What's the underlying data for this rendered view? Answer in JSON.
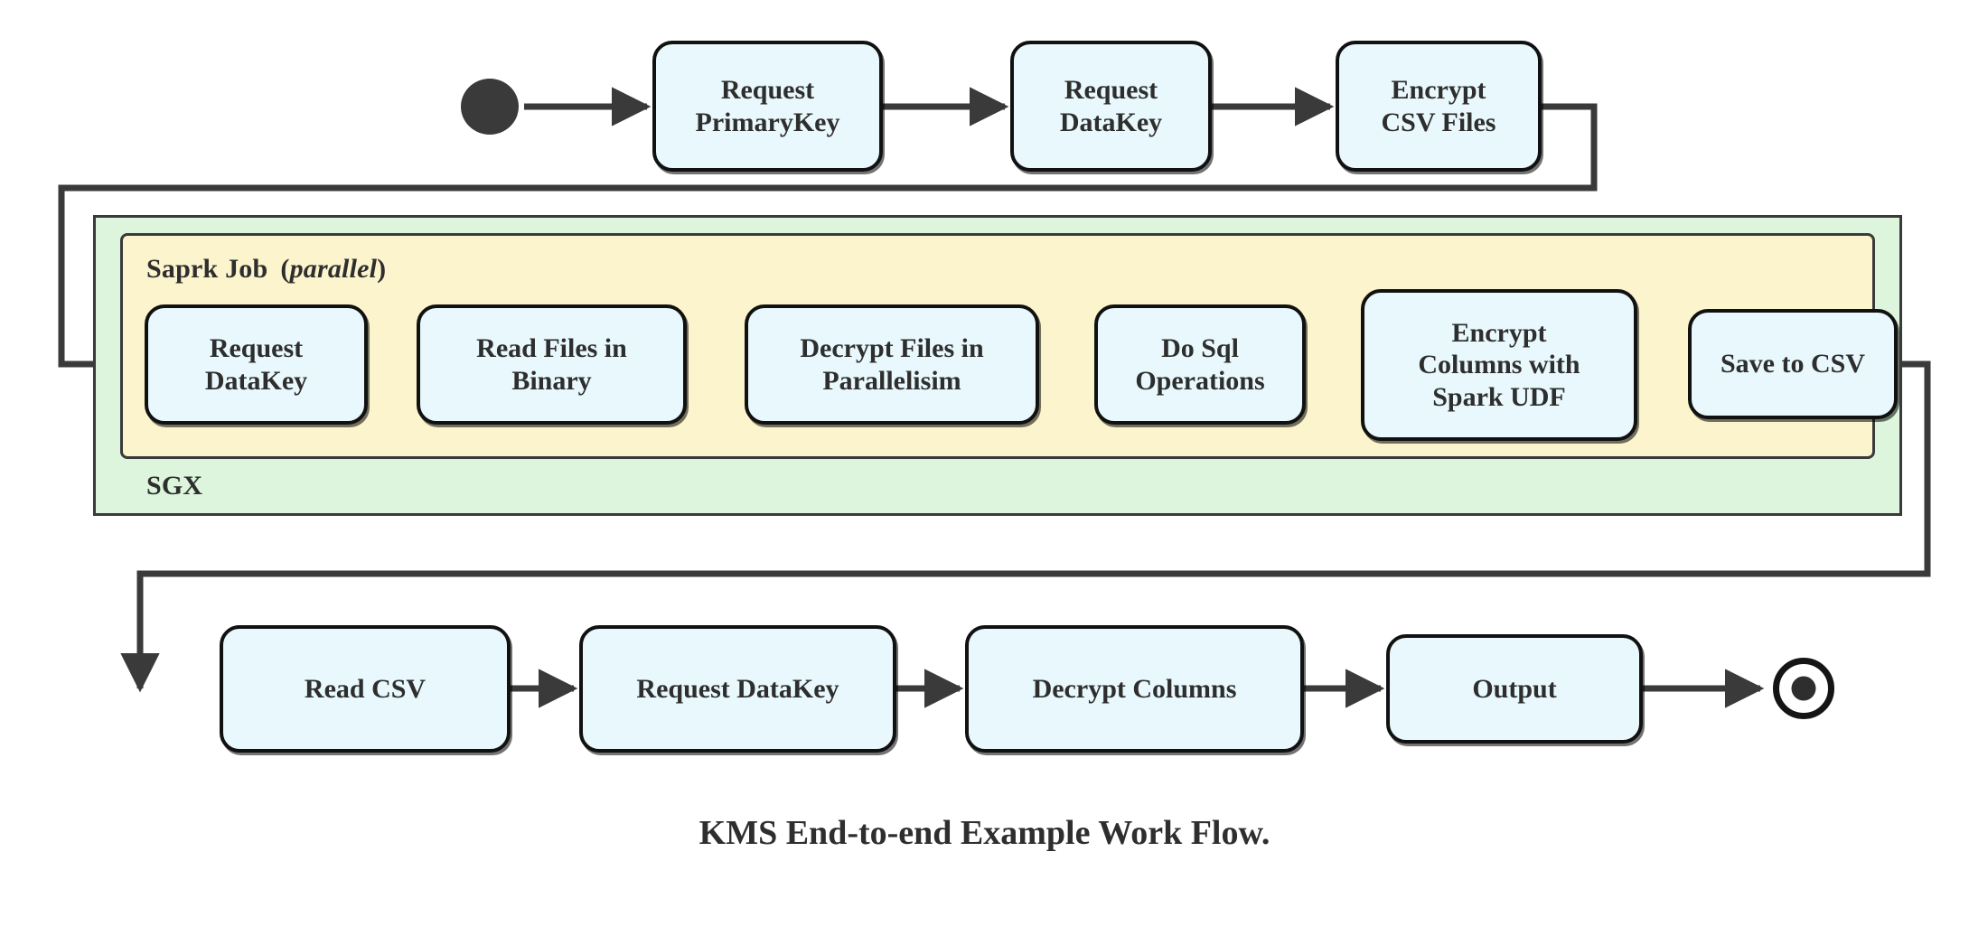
{
  "diagram": {
    "caption": "KMS End-to-end Example Work Flow.",
    "colors": {
      "node_fill": "#e8f8fc",
      "node_stroke": "#111111",
      "sgx_fill": "#dcf5dc",
      "spark_fill": "#fcf4cc",
      "container_stroke": "#3a3a3a",
      "edge": "#3a3a3a",
      "text": "#2e2e2e"
    },
    "containers": [
      {
        "id": "sgx",
        "label": "SGX",
        "label_suffix": ""
      },
      {
        "id": "spark",
        "label": "Saprk Job",
        "label_paren_open": "(",
        "label_italic": "parallel",
        "label_paren_close": ")"
      }
    ],
    "terminals": {
      "start": "start-node",
      "end": "end-node"
    },
    "rows": {
      "top": {
        "nodes": [
          {
            "id": "request-primarykey",
            "lines": [
              "Request",
              "PrimaryKey"
            ]
          },
          {
            "id": "request-datakey-top",
            "lines": [
              "Request",
              "DataKey"
            ]
          },
          {
            "id": "encrypt-csv-files",
            "lines": [
              "Encrypt",
              "CSV Files"
            ]
          }
        ]
      },
      "spark": {
        "nodes": [
          {
            "id": "request-datakey-spark",
            "lines": [
              "Request",
              "DataKey"
            ]
          },
          {
            "id": "read-files-in-binary",
            "lines": [
              "Read Files in",
              "Binary"
            ]
          },
          {
            "id": "decrypt-files-parallel",
            "lines": [
              "Decrypt Files in",
              "Parallelisim"
            ]
          },
          {
            "id": "do-sql-operations",
            "lines": [
              "Do Sql",
              "Operations"
            ]
          },
          {
            "id": "encrypt-columns-udf",
            "lines": [
              "Encrypt",
              "Columns with",
              "Spark UDF"
            ]
          },
          {
            "id": "save-to-csv",
            "lines": [
              "Save to CSV"
            ]
          }
        ]
      },
      "bottom": {
        "nodes": [
          {
            "id": "read-csv",
            "lines": [
              "Read CSV"
            ]
          },
          {
            "id": "request-datakey-out",
            "lines": [
              "Request DataKey"
            ]
          },
          {
            "id": "decrypt-columns",
            "lines": [
              "Decrypt Columns"
            ]
          },
          {
            "id": "output",
            "lines": [
              "Output"
            ]
          }
        ]
      }
    }
  }
}
